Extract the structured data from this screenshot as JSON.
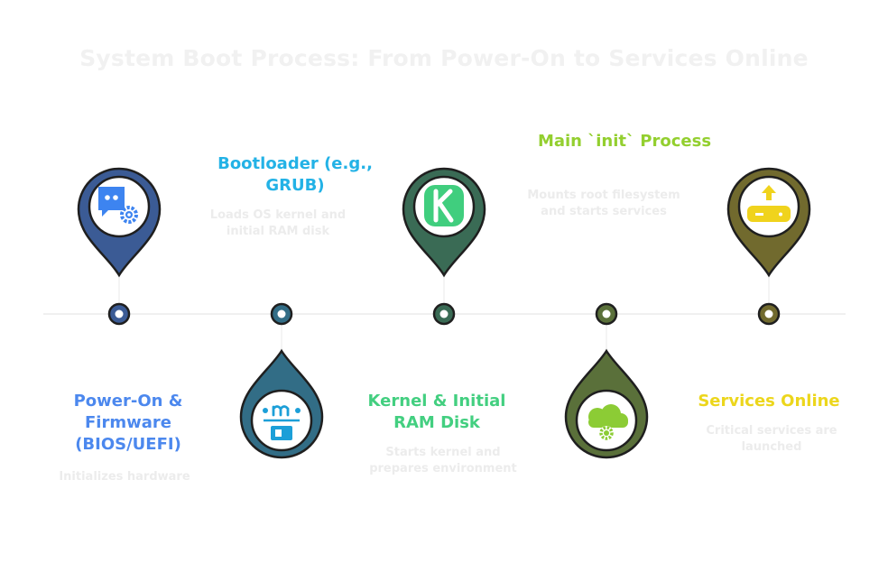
{
  "title": "System Boot Process: From Power-On to Services Online",
  "colors": {
    "title": "#f1f1f1",
    "timeline": "#f0f0f0",
    "description": "#ececec",
    "outline": "#1f1f1f"
  },
  "steps": [
    {
      "title": "Power-On & Firmware (BIOS/UEFI)",
      "description": "Initializes hardware",
      "icon": "firmware-gear-icon",
      "pin_color": "#3b5b95",
      "title_color": "#4c88ee",
      "icon_color": "#3d84f0"
    },
    {
      "title": "Bootloader (e.g., GRUB)",
      "description": "Loads OS kernel and initial RAM disk",
      "icon": "bootloader-card-icon",
      "pin_color": "#326d86",
      "title_color": "#23b2e6",
      "icon_color": "#1c9fd8"
    },
    {
      "title": "Kernel & Initial RAM Disk",
      "description": "Starts kernel and prepares environment",
      "icon": "kernel-k-icon",
      "pin_color": "#3a6b55",
      "title_color": "#43cf80",
      "icon_color": "#40ce7e"
    },
    {
      "title": "Main `init` Process",
      "description": "Mounts root filesystem and starts services",
      "icon": "cloud-gear-icon",
      "pin_color": "#5a703a",
      "title_color": "#93cf2f",
      "icon_color": "#8ccc35"
    },
    {
      "title": "Services Online",
      "description": "Critical services are launched",
      "icon": "upload-server-icon",
      "pin_color": "#716a2e",
      "title_color": "#ecd61c",
      "icon_color": "#f0d31d"
    }
  ]
}
